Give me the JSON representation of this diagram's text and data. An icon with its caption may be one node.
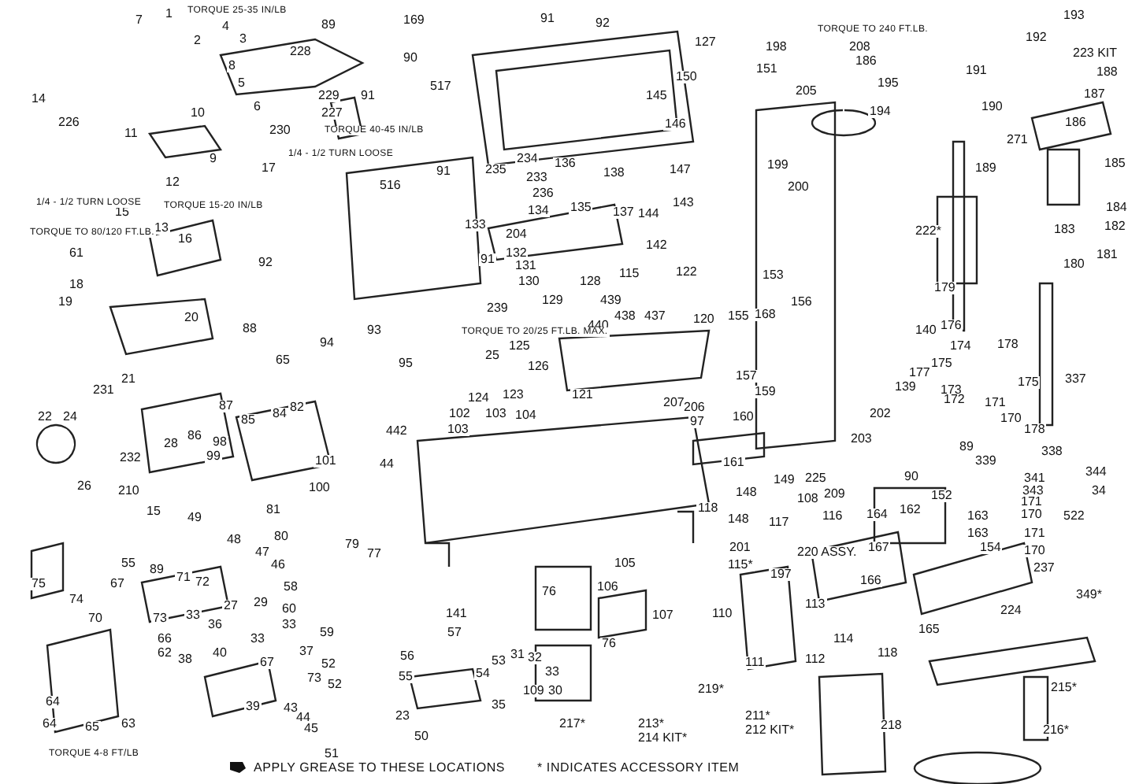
{
  "diagram": {
    "labels": [
      "TORQUE 25-35 IN/LB",
      "7",
      "1",
      "4",
      "2",
      "3",
      "89",
      "8",
      "228",
      "5",
      "229",
      "91",
      "14",
      "6",
      "227",
      "226",
      "10",
      "230",
      "TORQUE 40-45 IN/LB",
      "11",
      "17",
      "1/4 - 1/2 TURN LOOSE",
      "9",
      "12",
      "15",
      "1/4 - 1/2 TURN LOOSE",
      "TORQUE 15-20 IN/LB",
      "13",
      "TORQUE TO 80/120 FT.LB.",
      "16",
      "61",
      "18",
      "19",
      "20",
      "92",
      "88",
      "93",
      "65",
      "94",
      "21",
      "231",
      "169",
      "91",
      "92",
      "90",
      "517",
      "516",
      "91",
      "127",
      "150",
      "145",
      "146",
      "147",
      "235",
      "234",
      "233",
      "236",
      "136",
      "138",
      "135",
      "134",
      "137",
      "144",
      "143",
      "133",
      "204",
      "132",
      "142",
      "131",
      "91",
      "130",
      "115",
      "128",
      "122",
      "129",
      "239",
      "439",
      "440",
      "438",
      "437",
      "120",
      "155",
      "TORQUE TO 20/25 FT.LB. MAX.",
      "125",
      "25",
      "126",
      "95",
      "157",
      "TORQUE TO 240 FT.LB.",
      "198",
      "208",
      "186",
      "151",
      "205",
      "195",
      "194",
      "191",
      "190",
      "199",
      "200",
      "189",
      "271",
      "193",
      "192",
      "223 KIT",
      "188",
      "187",
      "186",
      "185",
      "184",
      "183",
      "182",
      "181",
      "180",
      "153",
      "222*",
      "179",
      "156",
      "168",
      "140",
      "176",
      "174",
      "178",
      "175",
      "177",
      "173",
      "175",
      "337",
      "159",
      "139",
      "22",
      "24",
      "87",
      "85",
      "84",
      "82",
      "86",
      "98",
      "28",
      "232",
      "99",
      "101",
      "26",
      "15",
      "210",
      "100",
      "81",
      "49",
      "48",
      "80",
      "47",
      "46",
      "79",
      "77",
      "55",
      "89",
      "71",
      "72",
      "67",
      "75",
      "74",
      "70",
      "73",
      "33",
      "27",
      "29",
      "36",
      "58",
      "60",
      "59",
      "33",
      "33",
      "66",
      "62",
      "40",
      "38",
      "37",
      "52",
      "67",
      "73",
      "52",
      "64",
      "39",
      "43",
      "44",
      "45",
      "64",
      "65",
      "63",
      "51",
      "TORQUE 4-8 FT/LB",
      "23",
      "50",
      "124",
      "123",
      "121",
      "102",
      "103",
      "104",
      "103",
      "442",
      "44",
      "207",
      "206",
      "97",
      "160",
      "161",
      "118",
      "148",
      "148",
      "201",
      "115*",
      "105",
      "76",
      "106",
      "107",
      "110",
      "141",
      "76",
      "57",
      "56",
      "55",
      "53",
      "54",
      "31",
      "32",
      "33",
      "109",
      "30",
      "35",
      "217*",
      "213*",
      "214 KIT*",
      "219*",
      "APPLY GREASE TO THESE LOCATIONS",
      "* INDICATES ACCESSORY ITEM",
      "202",
      "203",
      "90",
      "89",
      "172",
      "171",
      "170",
      "178",
      "338",
      "339",
      "344",
      "341",
      "343",
      "171",
      "170",
      "34",
      "522",
      "171",
      "170",
      "237",
      "349*",
      "149",
      "225",
      "108",
      "209",
      "116",
      "117",
      "220 ASSY.",
      "197",
      "113",
      "114",
      "112",
      "111",
      "152",
      "164",
      "162",
      "163",
      "163",
      "154",
      "167",
      "166",
      "165",
      "224",
      "118",
      "215*",
      "218",
      "216*",
      "211*",
      "212 KIT*"
    ]
  }
}
